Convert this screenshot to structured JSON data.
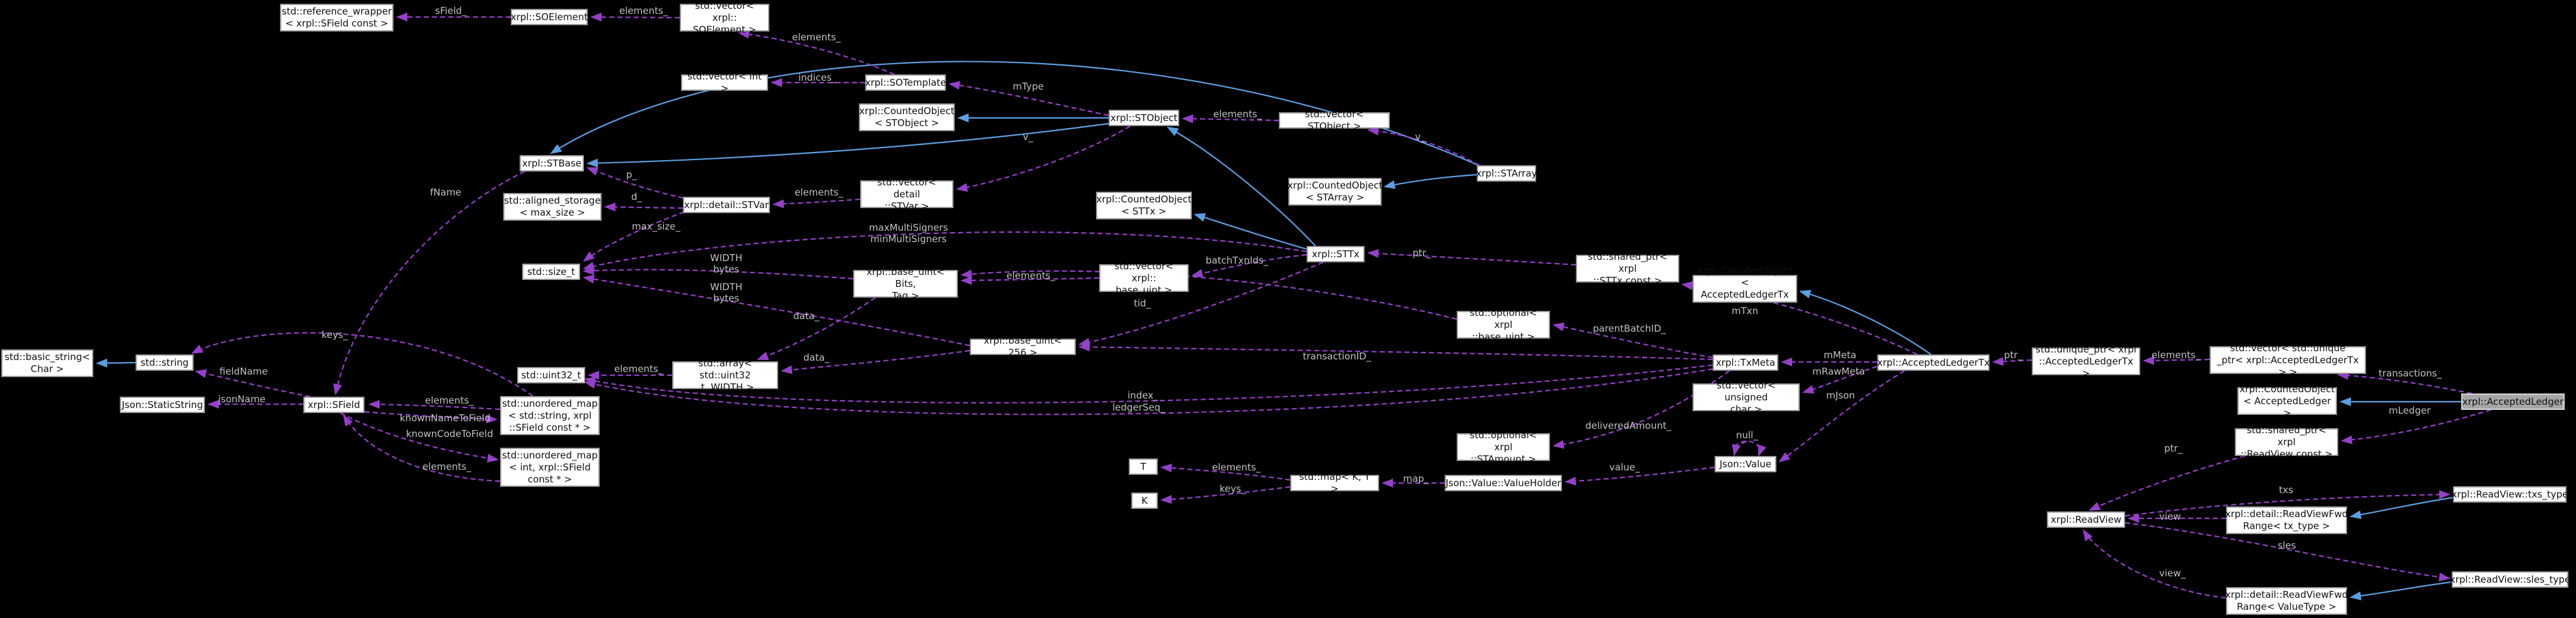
{
  "diagram": {
    "kind": "collaboration-graph",
    "main_node": "xrpl::AcceptedLedger",
    "colors": {
      "background": "#000000",
      "node_bg": "#ffffff",
      "node_border": "#9a9a9a",
      "node_text": "#111111",
      "main_node_bg": "#a6a6a6",
      "usage_edge": "#9540c8",
      "inheritance_edge": "#5b9fe0",
      "edge_label": "#c2c2c2"
    },
    "nodes": [
      {
        "id": "ref-wrapper-sfield",
        "label": "std::reference_wrapper\n< xrpl::SField const >"
      },
      {
        "id": "soelement",
        "label": "xrpl::SOElement"
      },
      {
        "id": "vector-soelement",
        "label": "std::vector< xrpl::\nSOElement >"
      },
      {
        "id": "vector-int",
        "label": "std::vector< int >"
      },
      {
        "id": "sotemplate",
        "label": "xrpl::SOTemplate"
      },
      {
        "id": "countedobject-stobject",
        "label": "xrpl::CountedObject\n< STObject >"
      },
      {
        "id": "stobject",
        "label": "xrpl::STObject"
      },
      {
        "id": "vector-stobject",
        "label": "std::vector< STObject >"
      },
      {
        "id": "starray",
        "label": "xrpl::STArray"
      },
      {
        "id": "countedobject-starray",
        "label": "xrpl::CountedObject\n< STArray >"
      },
      {
        "id": "stbase",
        "label": "xrpl::STBase"
      },
      {
        "id": "aligned-storage",
        "label": "std::aligned_storage\n< max_size >"
      },
      {
        "id": "detail-stvar",
        "label": "xrpl::detail::STVar"
      },
      {
        "id": "vector-detail-stvar",
        "label": "std::vector< detail\n::STVar >"
      },
      {
        "id": "countedobject-sttx",
        "label": "xrpl::CountedObject\n< STTx >"
      },
      {
        "id": "sttx",
        "label": "xrpl::STTx"
      },
      {
        "id": "size-t",
        "label": "std::size_t"
      },
      {
        "id": "base-uint-bits-tag",
        "label": "xrpl::base_uint< Bits,\nTag >"
      },
      {
        "id": "vector-base-uint",
        "label": "std::vector< xrpl::\nbase_uint >"
      },
      {
        "id": "shared-ptr-sttx",
        "label": "std::shared_ptr< xrpl\n::STTx const >"
      },
      {
        "id": "countedobject-acceptedledgertx",
        "label": "xrpl::CountedObject\n< AcceptedLedgerTx >"
      },
      {
        "id": "base-uint-256",
        "label": "xrpl::base_uint< 256 >"
      },
      {
        "id": "uint32-t",
        "label": "std::uint32_t"
      },
      {
        "id": "array-uint32-width",
        "label": "std::array< std::uint32\n_t, WIDTH >"
      },
      {
        "id": "optional-base-uint",
        "label": "std::optional< xrpl\n::base_uint >"
      },
      {
        "id": "txmeta",
        "label": "xrpl::TxMeta"
      },
      {
        "id": "vector-unsigned-char",
        "label": "std::vector< unsigned\nchar >"
      },
      {
        "id": "acceptedledgertx",
        "label": "xrpl::AcceptedLedgerTx"
      },
      {
        "id": "unique-ptr-acceptedledgertx",
        "label": "std::unique_ptr< xrpl\n::AcceptedLedgerTx >"
      },
      {
        "id": "vector-unique-ptr-acceptedledgertx",
        "label": "std::vector< std::unique\n_ptr< xrpl::AcceptedLedgerTx > >"
      },
      {
        "id": "countedobject-acceptedledger",
        "label": "xrpl::CountedObject\n< AcceptedLedger >"
      },
      {
        "id": "acceptedledger",
        "label": "xrpl::AcceptedLedger"
      },
      {
        "id": "shared-ptr-readview",
        "label": "std::shared_ptr< xrpl\n::ReadView const >"
      },
      {
        "id": "sfield",
        "label": "xrpl::SField"
      },
      {
        "id": "json-staticstring",
        "label": "Json::StaticString"
      },
      {
        "id": "std-string",
        "label": "std::string"
      },
      {
        "id": "basic-string-char",
        "label": "std::basic_string<\nChar >"
      },
      {
        "id": "unordered-map-string-sfield",
        "label": "std::unordered_map\n< std::string, xrpl\n::SField const * >"
      },
      {
        "id": "unordered-map-int-sfield",
        "label": "std::unordered_map\n< int, xrpl::SField\nconst * >"
      },
      {
        "id": "readview",
        "label": "xrpl::ReadView"
      },
      {
        "id": "readviewfwdrange-tx-type",
        "label": "xrpl::detail::ReadViewFwd\nRange< tx_type >"
      },
      {
        "id": "readview-txs-type",
        "label": "xrpl::ReadView::txs_type"
      },
      {
        "id": "readview-sles-type",
        "label": "xrpl::ReadView::sles_type"
      },
      {
        "id": "readviewfwdrange-valuetype",
        "label": "xrpl::detail::ReadViewFwd\nRange< ValueType >"
      },
      {
        "id": "map-k-t",
        "label": "std::map< K, T >"
      },
      {
        "id": "json-valueholder",
        "label": "Json::Value::ValueHolder"
      },
      {
        "id": "json-value",
        "label": "Json::Value"
      },
      {
        "id": "optional-stamount",
        "label": "std::optional< xrpl\n::STAmount >"
      },
      {
        "id": "t-param",
        "label": "T"
      },
      {
        "id": "k-param",
        "label": "K"
      }
    ],
    "edge_labels": [
      {
        "text": "sField_"
      },
      {
        "text": "elements_"
      },
      {
        "text": "elements_"
      },
      {
        "text": "indices_"
      },
      {
        "text": "mType"
      },
      {
        "text": "elements_"
      },
      {
        "text": "v_"
      },
      {
        "text": "v_"
      },
      {
        "text": "elements_"
      },
      {
        "text": "p_"
      },
      {
        "text": "d_"
      },
      {
        "text": "max_size_"
      },
      {
        "text": "fName"
      },
      {
        "text": "maxMultiSigners\nminMultiSigners"
      },
      {
        "text": "WIDTH\nbytes"
      },
      {
        "text": "WIDTH\nbytes"
      },
      {
        "text": "elements_"
      },
      {
        "text": "batchTxnIds_"
      },
      {
        "text": "ptr_"
      },
      {
        "text": "tid_"
      },
      {
        "text": "data_"
      },
      {
        "text": "data_"
      },
      {
        "text": "elements_"
      },
      {
        "text": "transactionID_"
      },
      {
        "text": "parentBatchID_"
      },
      {
        "text": "mTxn"
      },
      {
        "text": "index_"
      },
      {
        "text": "ledgerSeq_"
      },
      {
        "text": "deliveredAmount_"
      },
      {
        "text": "mMeta"
      },
      {
        "text": "mRawMeta"
      },
      {
        "text": "ptr_"
      },
      {
        "text": "elements_"
      },
      {
        "text": "transactions_"
      },
      {
        "text": "mJson"
      },
      {
        "text": "null_"
      },
      {
        "text": "value_"
      },
      {
        "text": "map_"
      },
      {
        "text": "elements_"
      },
      {
        "text": "keys_"
      },
      {
        "text": "mLedger"
      },
      {
        "text": "ptr_"
      },
      {
        "text": "txs"
      },
      {
        "text": "view"
      },
      {
        "text": "sles"
      },
      {
        "text": "view_"
      },
      {
        "text": "jsonName"
      },
      {
        "text": "fieldName"
      },
      {
        "text": "elements_"
      },
      {
        "text": "knownNameToField"
      },
      {
        "text": "knownCodeToField"
      },
      {
        "text": "elements_"
      },
      {
        "text": "keys_"
      }
    ]
  }
}
